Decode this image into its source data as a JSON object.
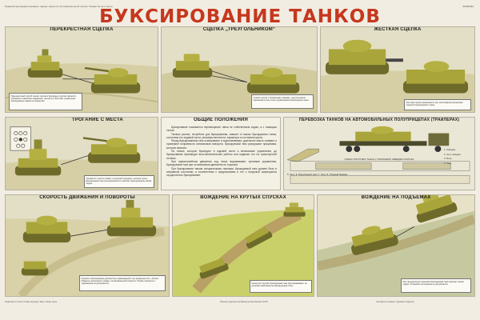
{
  "header": {
    "left_note": "Правила буксировки основных танков. Серия из 10 плакатов на 10 листах. Плакат № на 1 листе.",
    "right_code": "60090484"
  },
  "title": "БУКСИРОВАНИЕ ТАНКОВ",
  "panels": {
    "rigid_hitch_crossed": {
      "title": "ПЕРЕКРЕСТНАЯ СЦЕПКА",
      "caption": "Перекрестный способ сцепки тросов в буксирных группах является основным и наиболее надежным, так как он облегчает управление буксируемым танком на поворотах."
    },
    "triangle_hitch": {
      "title": "СЦЕПКА „ТРЕУГОЛЬНИКОМ“",
      "caption": "Сцепка тросов с буксирными танками „треугольником“ применяется при плохо управляемом буксируемом танке."
    },
    "rigid_hitch": {
      "title": "ЖЕСТКАЯ СЦЕПКА",
      "caption": "Жесткая сцепка применяется при неисправном механизме поворота буксируемого танка."
    },
    "start": {
      "title": "ТРОГАНИЕ С МЕСТА",
      "caption": "Трогаются с места плавно, на низшей передаче, натянув тросы. Буксируемый танк при возможности помогает буксирующему своим ходом."
    },
    "general": {
      "title": "ОБЩИЕ ПОЛОЖЕНИЯ",
      "paragraphs": [
        "Буксирование называется перемещение танка не собственным ходом, а с помощью тягача.",
        "Тяговое усилие, потребное для буксирования, зависит от массы буксируемого танка, состояния его ходовой части, рельефа местности, характера и состояния грунта.",
        "Перед буксированием танк осматривают и подготавливают, дизельное масло сливают и проверяют исправность механизмов поворота. Буксируемый танк разгружают прицепами, которые вывозят.",
        "На танках, которые буксируют в ходовой части и механизмах управления, до буксирования производят восстановительные работы или подвозят его на транспортной технике.",
        "При прямолинейном движении ход танка выравнивают органами управления. Буксируемый танк при остановлении двигателя не тормозят.",
        "При буксировании танков специальными тягачами, буксируемый танк должен быть в исправном состоянии, в соответствии с предписанием и его с нагрузкой запрещается осуществлять буксирование."
      ]
    },
    "transport": {
      "title": "ПЕРЕВОЗКА ТАНКОВ НА АВТОМОБИЛЬНЫХ ПОЛУПРИЦЕПАХ (ТРАЙЛЕРАХ)",
      "scheme_label": "СХЕМА ПОГРУЗКИ ТАНКА С ПОМОЩЬЮ ЛЕБЕДКИ И БЛОКА",
      "legend": [
        "1. Лебедка.",
        "2. Трос лебедки.",
        "3. Блок.",
        "4. Танк.",
        "5. Трос.",
        "6. Погрузочный трап.",
        "7. Трос.",
        "8. Упорный башмак."
      ]
    },
    "speed": {
      "title": "СКОРОСТЬ ДВИЖЕНИЯ И ПОВОРОТЫ",
      "caption": "Скорость буксирования должна быть равномерной и не превышать 10—12 км/ч. Повороты выполняют плавно, на минимальной скорости. Резкие повороты и торможения не допускаются."
    },
    "descent": {
      "title": "ВОЖДЕНИЕ НА КРУТЫХ СПУСКАХ",
      "caption": "На крутых спусках буксируемый танк притормаживает, не допуская набегания на буксирующий тягач."
    },
    "ascent": {
      "title": "ВОЖДЕНИЕ НА ПОДЪЕМАХ",
      "caption": "При преодолении подъемов буксируемый танк помогает своим ходом. Остановки на подъеме не допускаются."
    }
  },
  "footer": {
    "col1": "Подписано к печати. Плакат выпущен. Заказ. Тираж. Цена.",
    "col2": "Военное издательство Министерства обороны СССР",
    "col3": "Составители плаката. Художник. Редактор."
  },
  "colors": {
    "title_red": "#c6371e",
    "tank_olive": "#a9a53a",
    "panel_bg": "#eae6d8"
  }
}
